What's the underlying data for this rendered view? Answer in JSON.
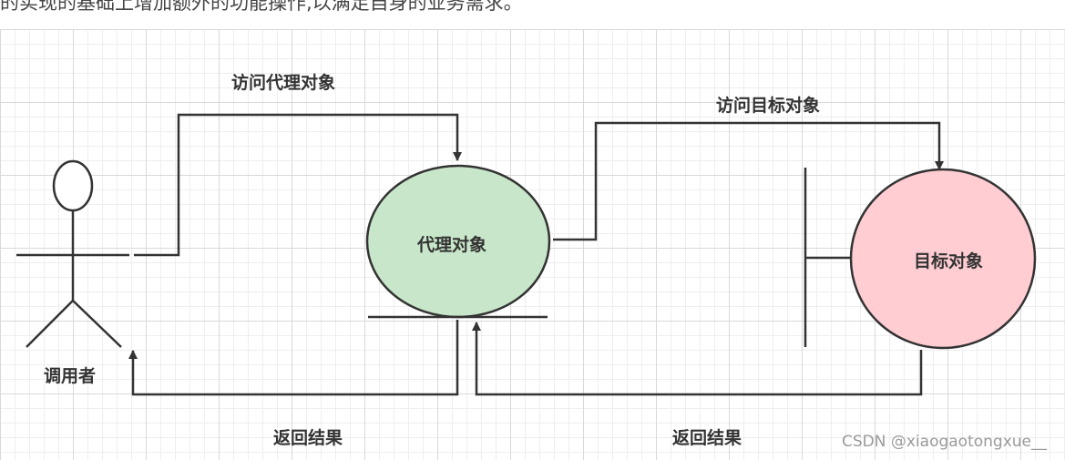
{
  "header_text": "的实现的基础上增加额外的功能操作,以满足自身的业务需求。",
  "actor": {
    "label": "调用者"
  },
  "proxy": {
    "label": "代理对象",
    "fill": "#c8e6c9"
  },
  "target": {
    "label": "目标对象",
    "fill": "#ffcdd2"
  },
  "edges": {
    "caller_to_proxy": "访问代理对象",
    "proxy_to_target": "访问目标对象",
    "proxy_to_caller": "返回结果",
    "target_to_proxy": "返回结果"
  },
  "colors": {
    "stroke": "#333333",
    "grid": "#d9d9d9"
  },
  "watermark": "CSDN @xiaogaotongxue__"
}
